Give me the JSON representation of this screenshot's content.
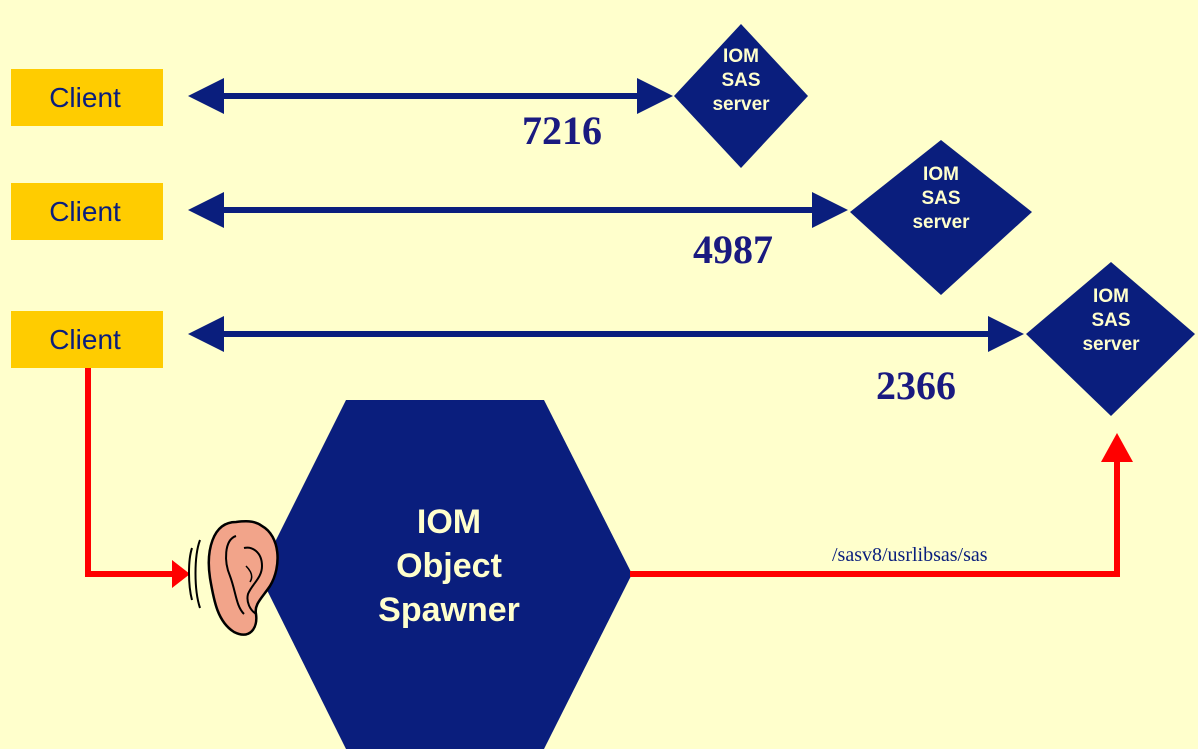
{
  "clients": [
    {
      "label": "Client"
    },
    {
      "label": "Client"
    },
    {
      "label": "Client"
    }
  ],
  "servers": [
    {
      "line1": "IOM",
      "line2": "SAS",
      "line3": "server",
      "port": "7216"
    },
    {
      "line1": "IOM",
      "line2": "SAS",
      "line3": "server",
      "port": "4987"
    },
    {
      "line1": "IOM",
      "line2": "SAS",
      "line3": "server",
      "port": "2366"
    }
  ],
  "spawner": {
    "line1": "IOM",
    "line2": "Object",
    "line3": "Spawner",
    "listener_icon": "ear-icon"
  },
  "launch_command": "/sasv8/usrlibsas/sas",
  "colors": {
    "background": "#FFFFCC",
    "client_fill": "#FFCC00",
    "navy": "#0A1E7D",
    "port_text": "#1A1A80",
    "red_path": "#FF0000",
    "label_on_navy": "#FFFFCC"
  }
}
